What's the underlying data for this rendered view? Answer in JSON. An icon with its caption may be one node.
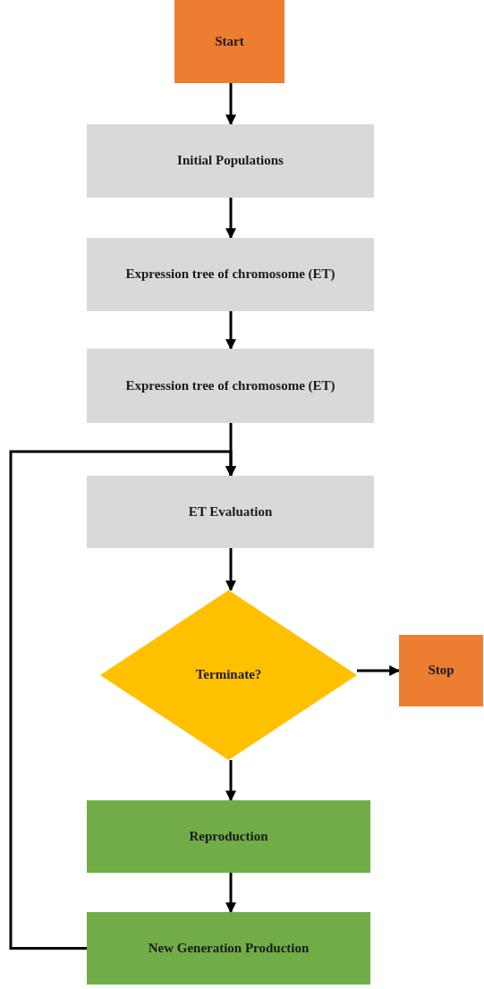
{
  "diagram": {
    "nodes": [
      {
        "text": [
          "Start"
        ]
      },
      {
        "text": [
          "Initial Populations"
        ]
      },
      {
        "text": [
          "Expression tree of chromosome (ET)"
        ]
      },
      {
        "text": [
          "Expression tree of chromosome (ET)"
        ]
      },
      {
        "text": [
          "ET Evaluation"
        ]
      },
      {
        "text": [
          "Terminate?"
        ]
      },
      {
        "text": [
          "Stop"
        ]
      },
      {
        "text": [
          "Reproduction"
        ]
      },
      {
        "text": [
          "New Generation Production"
        ]
      }
    ],
    "edges": [
      {
        "from": 0,
        "to": 1,
        "arrow": "to"
      },
      {
        "from": 1,
        "to": 2,
        "arrow": "to"
      },
      {
        "from": 2,
        "to": 3,
        "arrow": "to"
      },
      {
        "from": 3,
        "to": 4,
        "arrow": "to"
      },
      {
        "from": 4,
        "to": 5,
        "arrow": "to"
      },
      {
        "from": 5,
        "to": 6,
        "arrow": "to"
      },
      {
        "from": 5,
        "to": 7,
        "arrow": "to"
      },
      {
        "from": 7,
        "to": 8,
        "arrow": "to"
      },
      {
        "from": 8,
        "to": 4,
        "arrow": "to"
      }
    ]
  }
}
